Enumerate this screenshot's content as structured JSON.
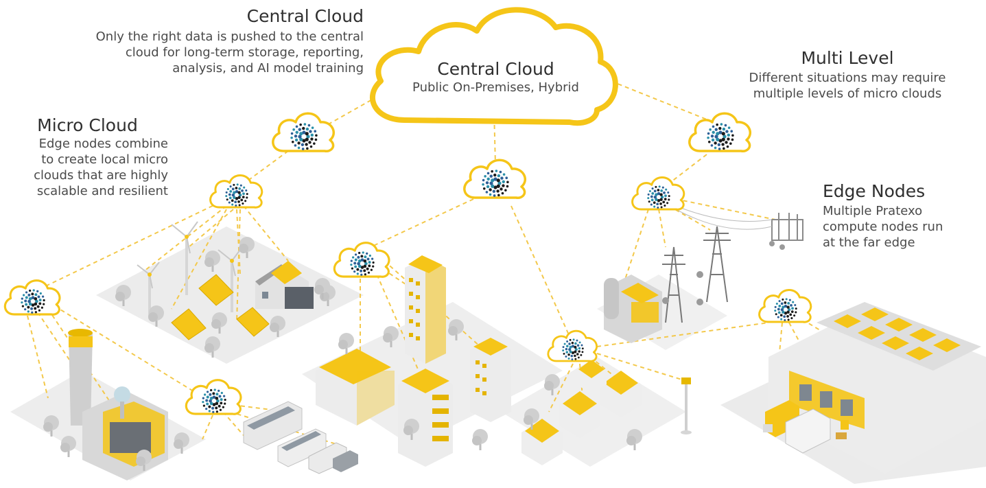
{
  "central_cloud": {
    "title": "Central Cloud",
    "desc_lines": [
      "Only the right data is pushed to the central",
      "cloud for long-term storage, reporting,",
      "analysis, and AI model training"
    ]
  },
  "central_badge": {
    "title": "Central Cloud",
    "subtitle": "Public On-Premises, Hybrid"
  },
  "micro_cloud": {
    "title": "Micro Cloud",
    "desc_lines": [
      "Edge nodes combine",
      "to create local micro",
      "clouds that are highly",
      "scalable and resilient"
    ]
  },
  "multi_level": {
    "title": "Multi Level",
    "desc_lines": [
      "Different situations may require",
      "multiple levels of micro clouds"
    ]
  },
  "edge_nodes": {
    "title": "Edge Nodes",
    "desc_lines": [
      "Multiple Pratexo",
      "compute nodes run",
      "at the far edge"
    ]
  },
  "colors": {
    "accent": "#f5c518",
    "link": "#f3c84a",
    "cloud_fill": "#ffffff",
    "ground": "#e8e8e8",
    "building": "#dcdcdc",
    "tree": "#c9c9c9",
    "dot_dark": "#1b1b1b",
    "dot_teal": "#2a8fa8",
    "dot_blue": "#2d5f96"
  },
  "icons": [
    "cloud-icon",
    "pratexo-node-icon",
    "wind-turbine-icon",
    "solar-panel-icon",
    "house-icon",
    "tower-building-icon",
    "factory-icon",
    "vehicle-icon",
    "power-pylon-icon",
    "warehouse-icon",
    "cell-tower-icon",
    "truck-icon",
    "tree-icon"
  ]
}
